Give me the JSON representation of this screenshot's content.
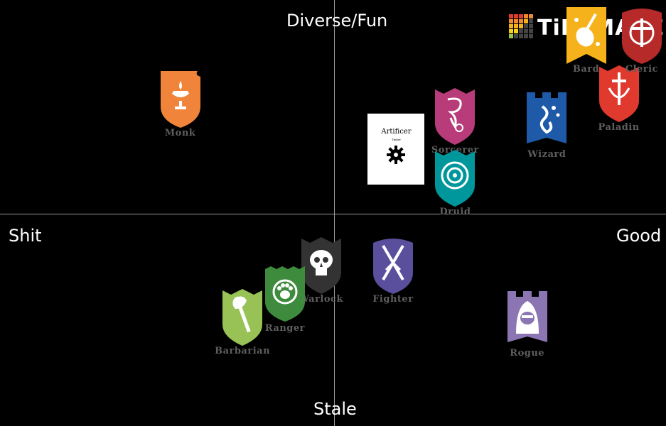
{
  "chart_data": {
    "type": "scatter",
    "title": "",
    "axes": {
      "top": "Diverse/Fun",
      "bottom": "Stale",
      "left": "Shit",
      "right": "Good"
    },
    "xlim": [
      -1,
      1
    ],
    "ylim": [
      -1,
      1
    ],
    "grid": false,
    "points": [
      {
        "name": "Monk",
        "x": -0.47,
        "y": 0.55,
        "color": "#f0843a",
        "icon": "chalice-icon",
        "shape": "notched"
      },
      {
        "name": "Artificer",
        "x": 0.19,
        "y": 0.31,
        "color": "#ffffff",
        "icon": "gear-icon",
        "shape": "card",
        "subtitle": "Tinker"
      },
      {
        "name": "Sorcerer",
        "x": 0.37,
        "y": 0.47,
        "color": "#b83c7a",
        "icon": "sorcerer-swirl-icon",
        "shape": "crown"
      },
      {
        "name": "Druid",
        "x": 0.37,
        "y": 0.17,
        "color": "#00979c",
        "icon": "druid-spiral-icon",
        "shape": "crown"
      },
      {
        "name": "Wizard",
        "x": 0.65,
        "y": 0.45,
        "color": "#1f5aa8",
        "icon": "stars-icon",
        "shape": "tower"
      },
      {
        "name": "Paladin",
        "x": 0.87,
        "y": 0.58,
        "color": "#e03a2f",
        "icon": "sword-icon",
        "shape": "crown"
      },
      {
        "name": "Bard",
        "x": 0.77,
        "y": 0.86,
        "color": "#f6b21a",
        "icon": "lute-icon",
        "shape": "banner"
      },
      {
        "name": "Cleric",
        "x": 0.94,
        "y": 0.86,
        "color": "#b62a2a",
        "icon": "cross-icon",
        "shape": "round"
      },
      {
        "name": "Fighter",
        "x": 0.18,
        "y": -0.25,
        "color": "#5a4f9c",
        "icon": "crossed-swords-icon",
        "shape": "round"
      },
      {
        "name": "Warlock",
        "x": -0.04,
        "y": -0.25,
        "color": "#333333",
        "icon": "skull-icon",
        "shape": "crown"
      },
      {
        "name": "Ranger",
        "x": -0.15,
        "y": -0.39,
        "color": "#3f8b3e",
        "icon": "paw-icon",
        "shape": "jagged"
      },
      {
        "name": "Barbarian",
        "x": -0.28,
        "y": -0.5,
        "color": "#98c255",
        "icon": "axe-icon",
        "shape": "crown"
      },
      {
        "name": "Rogue",
        "x": 0.59,
        "y": -0.51,
        "color": "#8b76b3",
        "icon": "hood-icon",
        "shape": "tower"
      }
    ]
  },
  "logo": {
    "text": "TiERMAKER",
    "colors": [
      "#e03a2f",
      "#f08a2f",
      "#f6b21a",
      "#f6d21a",
      "#9cc44a",
      "#3fae49"
    ]
  }
}
